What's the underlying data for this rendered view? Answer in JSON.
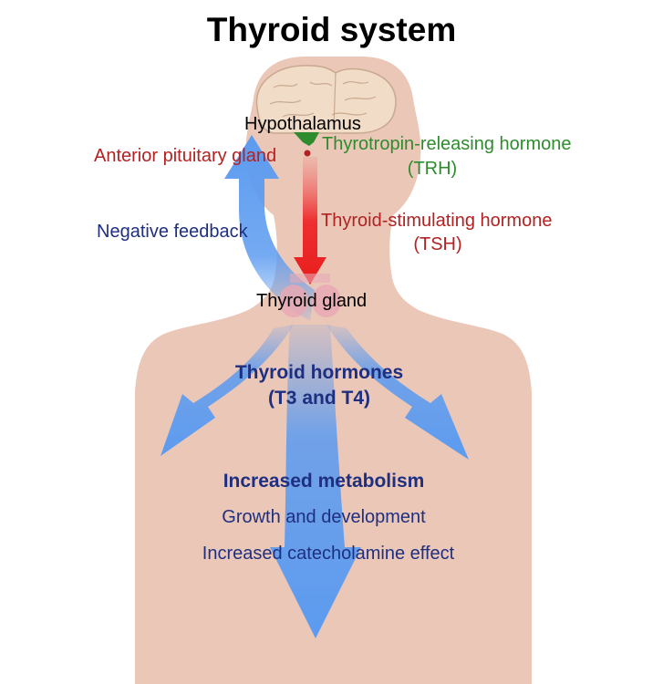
{
  "title": "Thyroid system",
  "labels": {
    "hypothalamus": "Hypothalamus",
    "anterior_pituitary": "Anterior pituitary gland",
    "trh_name": "Thyrotropin-releasing hormone",
    "trh_abbr": "(TRH)",
    "negative_feedback": "Negative feedback",
    "tsh_name": "Thyroid-stimulating hormone",
    "tsh_abbr": "(TSH)",
    "thyroid_gland": "Thyroid gland",
    "thyroid_hormones": "Thyroid hormones",
    "thyroid_hormones_sub": "(T3 and T4)",
    "increased_metabolism": "Increased metabolism",
    "growth_development": "Growth and development",
    "catecholamine": "Increased catecholamine effect"
  },
  "colors": {
    "body_skin": "#ebc7b8",
    "brain": "#f1dcc8",
    "pituitary_red": "#b22222",
    "trh_green": "#2e8b2e",
    "tsh_arrow_red": "#ee2b2b",
    "feedback_blue": "#5c9bf0",
    "hormone_text_blue": "#1f2f80",
    "thyroid_pink": "#e7a8b4"
  }
}
